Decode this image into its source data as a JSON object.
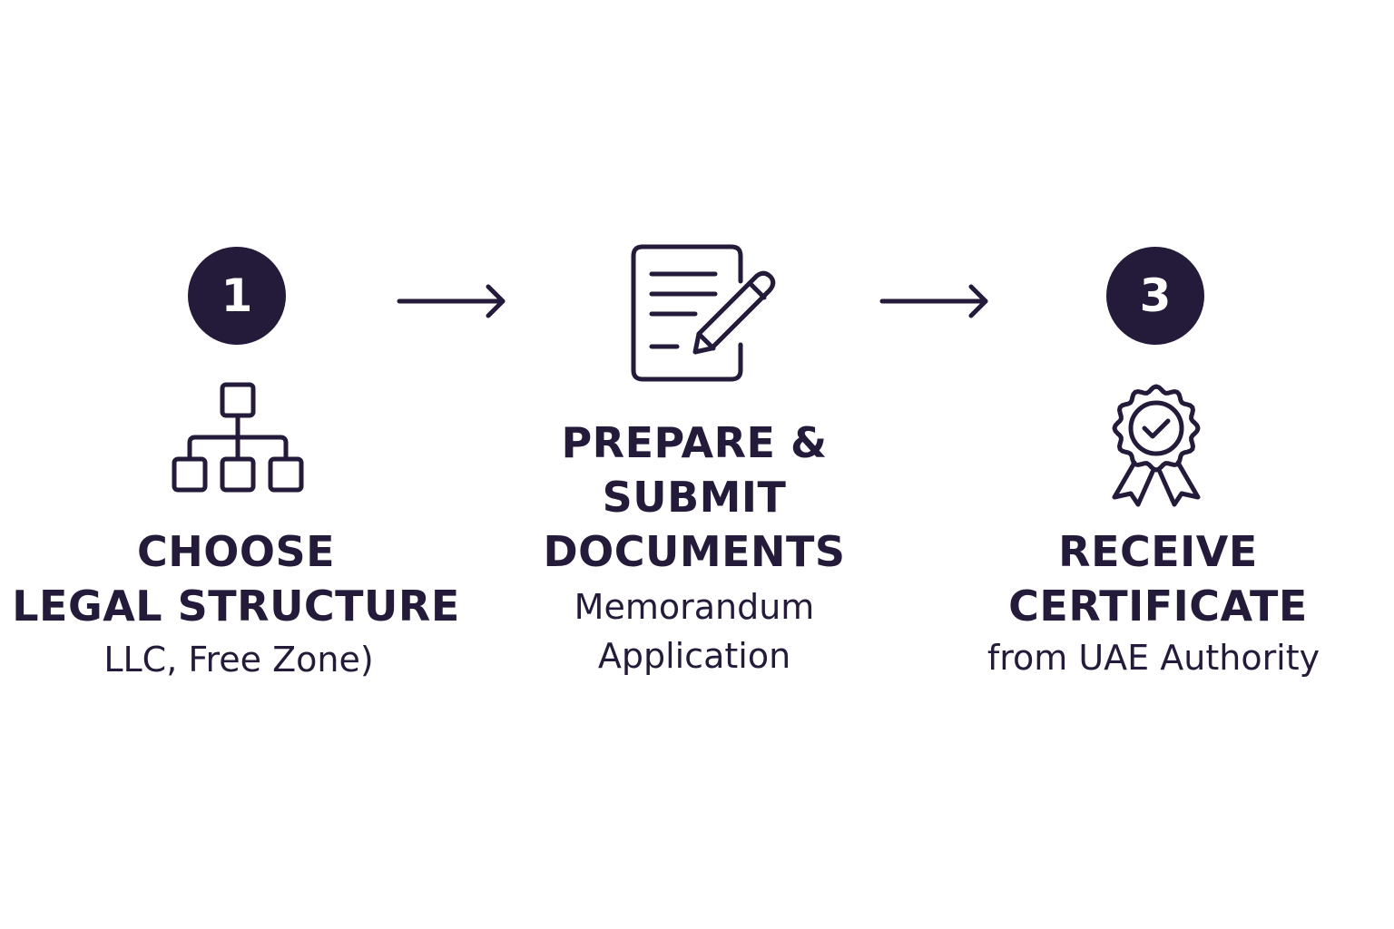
{
  "steps": [
    {
      "badge": "1",
      "icon": "org-chart-icon",
      "title_lines": [
        "CHOOSE",
        "LEGAL STRUCTURE"
      ],
      "sub_lines": [
        "LLC, Free Zone)"
      ]
    },
    {
      "icon": "document-pen-icon",
      "title_lines": [
        "PREPARE &",
        "SUBMIT",
        "DOCUMENTS"
      ],
      "sub_lines": [
        "Memorandum",
        "Application"
      ]
    },
    {
      "badge": "3",
      "icon": "certificate-ribbon-icon",
      "title_lines": [
        "RECEIVE",
        "CERTIFICATE"
      ],
      "sub_lines": [
        "from UAE Authority"
      ]
    }
  ],
  "arrows": [
    "arrow-right-icon",
    "arrow-right-icon"
  ],
  "colors": {
    "ink": "#241a3a",
    "background": "#ffffff"
  }
}
